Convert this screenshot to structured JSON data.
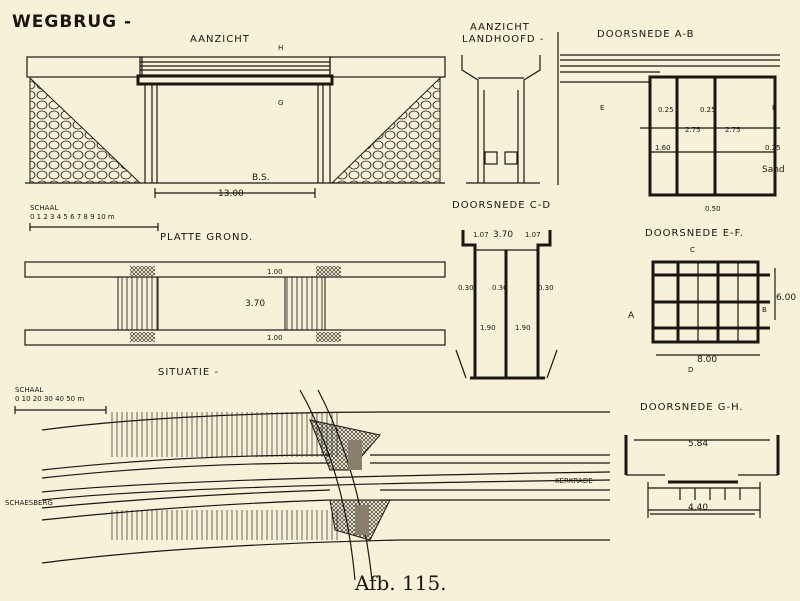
{
  "title": "WEGBRUG -",
  "caption": "Afb. 115.",
  "views": {
    "aanzicht": {
      "label": "AANZICHT",
      "span": "13.00",
      "bs": "B.S.",
      "mark_top": "H",
      "mark_bottom": "G"
    },
    "landhoofd": {
      "label_1": "AANZICHT",
      "label_2": "LANDHOOFD -"
    },
    "section_ab": {
      "label": "DOORSNEDE A-B",
      "dims": [
        "0.25",
        "0.25",
        "2.75",
        "2.75",
        "1.60",
        "0.25",
        "0.50"
      ],
      "sand": "Sand",
      "mark_e": "E",
      "mark_f": "F"
    },
    "scale_1": {
      "label": "SCHAAL",
      "ticks": "0 1 2 3 4 5 6 7 8 9 10 m"
    },
    "plan": {
      "label": "PLATTE GROND.",
      "dims": [
        "1.00",
        "3.70",
        "1.00"
      ]
    },
    "section_cd": {
      "label": "DOORSNEDE C-D",
      "dims_top": [
        "1.07",
        "3.70",
        "1.07"
      ],
      "dims_side": [
        "0.30",
        "0.30",
        "0.30"
      ],
      "dims_low": [
        "1.90",
        "1.90"
      ]
    },
    "section_ef": {
      "label": "DOORSNEDE E-F.",
      "width": "8.00",
      "height": "6.00",
      "mark_a": "A",
      "mark_b": "B",
      "mark_c": "C",
      "mark_d": "D"
    },
    "situatie": {
      "label": "SITUATIE -",
      "scale_label": "SCHAAL",
      "scale_ticks": "0  10  20  30  40  50 m",
      "to_right": "KERKRADE",
      "to_left": "SCHAESBERG"
    },
    "section_gh": {
      "label": "DOORSNEDE G-H.",
      "top": "5.84",
      "bottom": "4.40"
    }
  }
}
